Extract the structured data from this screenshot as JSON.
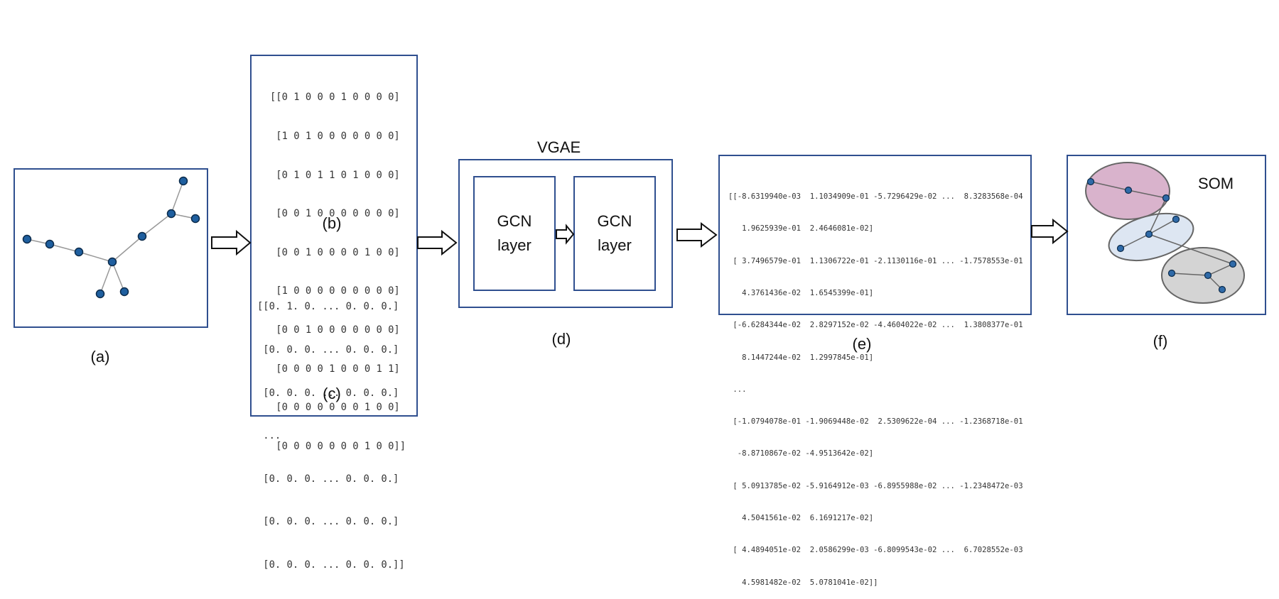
{
  "panels": {
    "a": {
      "caption": "(a)"
    },
    "b": {
      "caption": "(b)",
      "matrix": [
        "[[0 1 0 0 0 1 0 0 0 0]",
        " [1 0 1 0 0 0 0 0 0 0]",
        " [0 1 0 1 1 0 1 0 0 0]",
        " [0 0 1 0 0 0 0 0 0 0]",
        " [0 0 1 0 0 0 0 1 0 0]",
        " [1 0 0 0 0 0 0 0 0 0]",
        " [0 0 1 0 0 0 0 0 0 0]",
        " [0 0 0 0 1 0 0 0 1 1]",
        " [0 0 0 0 0 0 0 1 0 0]",
        " [0 0 0 0 0 0 0 1 0 0]]"
      ]
    },
    "c": {
      "caption": "(c)",
      "matrix": [
        "[[0. 1. 0. ... 0. 0. 0.]",
        " [0. 0. 0. ... 0. 0. 0.]",
        " [0. 0. 0. ... 0. 0. 0.]",
        " ...",
        " [0. 0. 0. ... 0. 0. 0.]",
        " [0. 0. 0. ... 0. 0. 0.]",
        " [0. 0. 0. ... 0. 0. 0.]]"
      ]
    },
    "d": {
      "caption": "(d)",
      "title": "VGAE",
      "layer1": {
        "line1": "GCN",
        "line2": "layer"
      },
      "layer2": {
        "line1": "GCN",
        "line2": "layer"
      }
    },
    "e": {
      "caption": "(e)",
      "lines": [
        "[[-8.6319940e-03  1.1034909e-01 -5.7296429e-02 ...  8.3283568e-04",
        "   1.9625939e-01  2.4646081e-02]",
        " [ 3.7496579e-01  1.1306722e-01 -2.1130116e-01 ... -1.7578553e-01",
        "   4.3761436e-02  1.6545399e-01]",
        " [-6.6284344e-02  2.8297152e-02 -4.4604022e-02 ...  1.3808377e-01",
        "   8.1447244e-02  1.2997845e-01]",
        " ...",
        " [-1.0794078e-01 -1.9069448e-02  2.5309622e-04 ... -1.2368718e-01",
        "  -8.8710867e-02 -4.9513642e-02]",
        " [ 5.0913785e-02 -5.9164912e-03 -6.8955988e-02 ... -1.2348472e-03",
        "   4.5041561e-02  6.1691217e-02]",
        " [ 4.4894051e-02  2.0586299e-03 -6.8099543e-02 ...  6.7028552e-03",
        "   4.5981482e-02  5.0781041e-02]]"
      ]
    },
    "f": {
      "caption": "(f)",
      "title": "SOM"
    }
  },
  "colors": {
    "frame": "#2f4f8f",
    "node": "#1f5f9f",
    "cluster_pink": "#d9b3cc",
    "cluster_blue": "#dde6f2",
    "cluster_gray": "#d4d4d4"
  }
}
